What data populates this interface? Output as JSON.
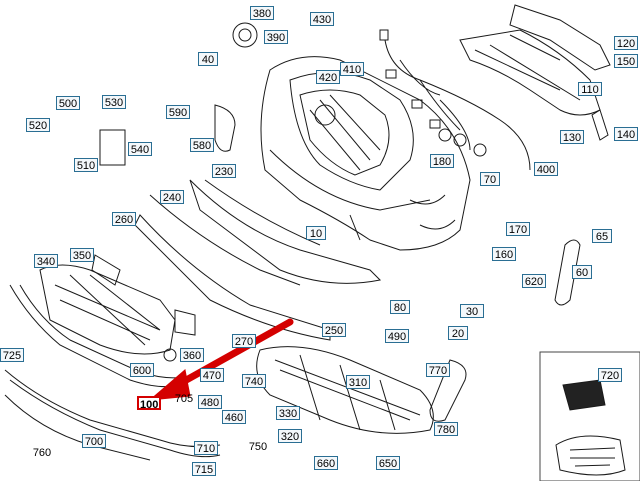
{
  "labels": {
    "l380": "380",
    "l430": "430",
    "l390": "390",
    "l40": "40",
    "l410": "410",
    "l420": "420",
    "l120": "120",
    "l150": "150",
    "l110": "110",
    "l130": "130",
    "l140": "140",
    "l500": "500",
    "l530": "530",
    "l520": "520",
    "l540": "540",
    "l510": "510",
    "l590": "590",
    "l580": "580",
    "l180": "180",
    "l230": "230",
    "l70": "70",
    "l400": "400",
    "l240": "240",
    "l260": "260",
    "l10": "10",
    "l170": "170",
    "l65": "65",
    "l160": "160",
    "l60": "60",
    "l620": "620",
    "l340": "340",
    "l350": "350",
    "l80": "80",
    "l30": "30",
    "l20": "20",
    "l490": "490",
    "l250": "250",
    "l270": "270",
    "l360": "360",
    "l725": "725",
    "l600": "600",
    "l470": "470",
    "l740": "740",
    "l310": "310",
    "l770": "770",
    "l720": "720",
    "l100": "100",
    "l705": "705",
    "l480": "480",
    "l460": "460",
    "l330": "330",
    "l780": "780",
    "l760": "760",
    "l700": "700",
    "l710": "710",
    "l320": "320",
    "l750": "750",
    "l715": "715",
    "l660": "660",
    "l650": "650"
  },
  "colors": {
    "highlight": "#d40000",
    "label_border": "#2a6e93"
  }
}
